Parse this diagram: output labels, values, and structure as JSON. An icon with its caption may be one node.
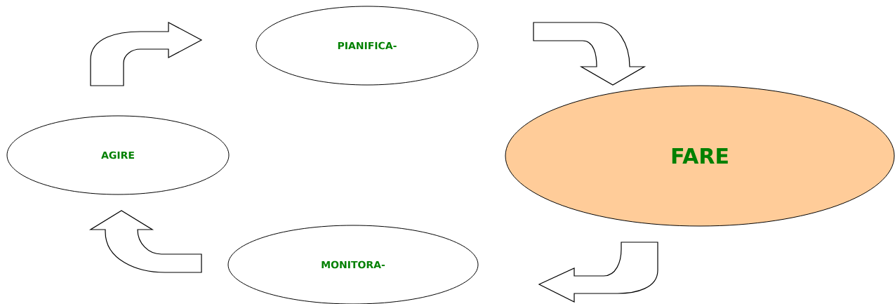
{
  "diagram": {
    "nodes": [
      {
        "text": [
          "PIANIFICA-"
        ]
      },
      {
        "text": [
          "FARE"
        ]
      },
      {
        "text": [
          "MONITORA-"
        ]
      },
      {
        "text": [
          "AGIRE"
        ]
      }
    ],
    "edges": [
      {
        "from": 0,
        "to": 1,
        "arrow": "to"
      },
      {
        "from": 1,
        "to": 2,
        "arrow": "to"
      },
      {
        "from": 2,
        "to": 3,
        "arrow": "to"
      },
      {
        "from": 3,
        "to": 0,
        "arrow": "to"
      }
    ]
  }
}
